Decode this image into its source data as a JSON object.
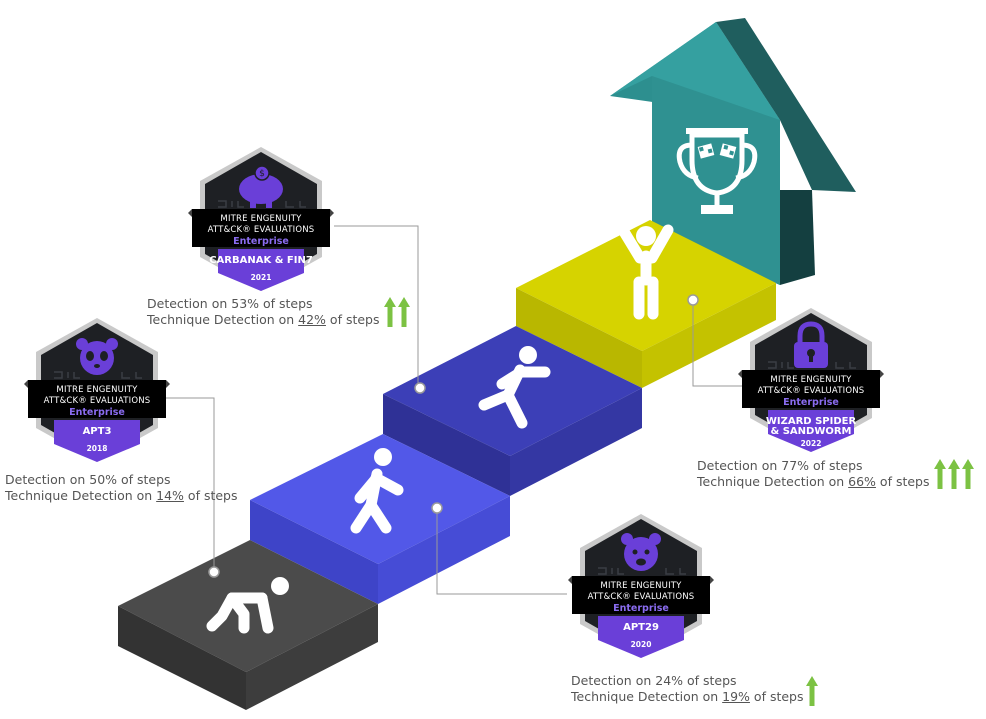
{
  "badges": [
    {
      "id": "carbanak",
      "line1": "MITRE ENGENUITY",
      "line2": "ATT&CK® EVALUATIONS",
      "line3": "Enterprise",
      "name": "CARBANAK & FIN7",
      "year": "2021",
      "icon": "piggy-bank-icon"
    },
    {
      "id": "apt3",
      "line1": "MITRE ENGENUITY",
      "line2": "ATT&CK® EVALUATIONS",
      "line3": "Enterprise",
      "name": "APT3",
      "year": "2018",
      "icon": "panda-icon"
    },
    {
      "id": "wizard",
      "line1": "MITRE ENGENUITY",
      "line2": "ATT&CK® EVALUATIONS",
      "line3": "Enterprise",
      "name": "WIZARD SPIDER",
      "name2": "& SANDWORM",
      "year": "2022",
      "icon": "padlock-icon"
    },
    {
      "id": "apt29",
      "line1": "MITRE ENGENUITY",
      "line2": "ATT&CK® EVALUATIONS",
      "line3": "Enterprise",
      "name": "APT29",
      "year": "2020",
      "icon": "bear-icon"
    }
  ],
  "stats": {
    "carbanak": {
      "detection": "Detection on 53% of steps",
      "tech_prefix": "Technique Detection on ",
      "tech_pct": "42%",
      "tech_suffix": " of steps",
      "arrows": 2
    },
    "apt3": {
      "detection": "Detection on 50% of steps",
      "tech_prefix": "Technique Detection on ",
      "tech_pct": "14%",
      "tech_suffix": " of steps",
      "arrows": 0
    },
    "wizard": {
      "detection": "Detection on 77% of steps",
      "tech_prefix": "Technique Detection on ",
      "tech_pct": "66%",
      "tech_suffix": " of steps",
      "arrows": 3
    },
    "apt29": {
      "detection": "Detection on 24% of steps",
      "tech_prefix": "Technique Detection on ",
      "tech_pct": "19%",
      "tech_suffix": " of steps",
      "arrows": 1
    }
  },
  "steps": [
    {
      "id": "step-1",
      "icon": "crouching-start-icon",
      "color": "#4a4a4a"
    },
    {
      "id": "step-2",
      "icon": "walking-person-icon",
      "color": "#4f55e6"
    },
    {
      "id": "step-3",
      "icon": "running-person-icon",
      "color": "#3c3eb8"
    },
    {
      "id": "step-4",
      "icon": "celebrating-person-icon",
      "color": "#d8d400"
    }
  ],
  "goal": {
    "icon": "trophy-icon",
    "flags_icon": "checkered-flags-icon",
    "arrow_color": "#2f9090"
  },
  "colors": {
    "accent_purple": "#6a3fd8",
    "badge_dark": "#1e2024",
    "arrow_green": "#7cc243",
    "text": "#555555"
  }
}
